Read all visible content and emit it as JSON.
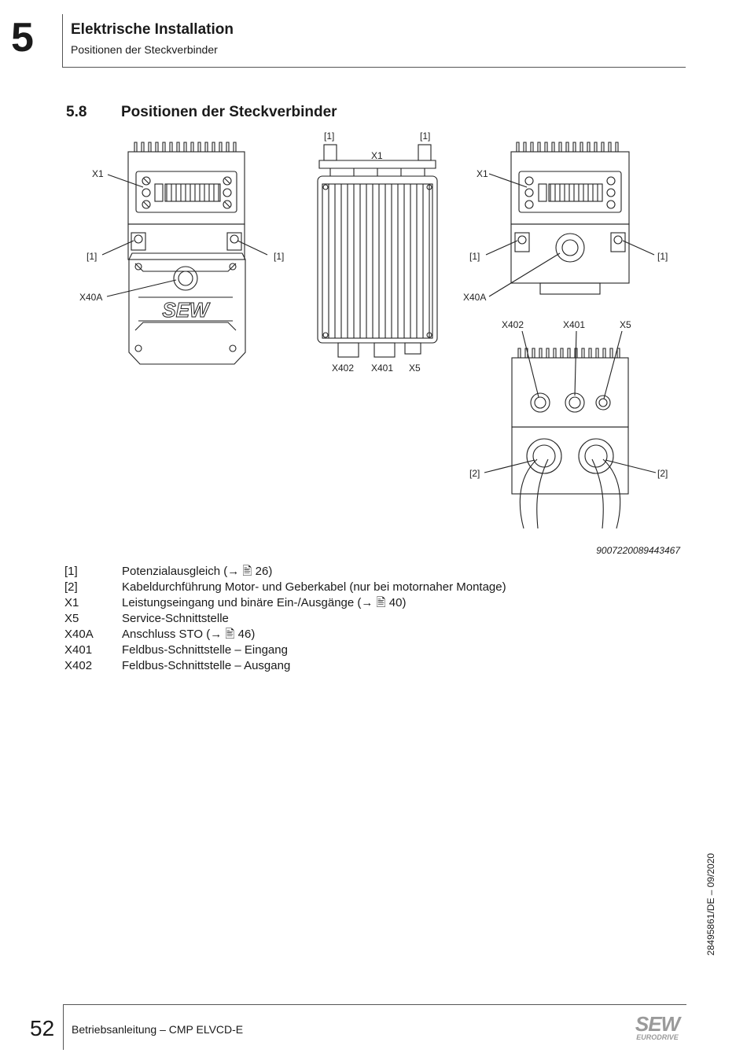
{
  "header": {
    "chapter_number": "5",
    "chapter_title": "Elektrische Installation",
    "chapter_subtitle": "Positionen der Steckverbinder"
  },
  "section": {
    "number": "5.8",
    "title": "Positionen der Steckverbinder"
  },
  "figure": {
    "id": "9007220089443467",
    "logo_text": "SEW",
    "labels": {
      "x1": "X1",
      "pe": "[1]",
      "gland": "[2]",
      "x40a": "X40A",
      "x401": "X401",
      "x402": "X402",
      "x5": "X5"
    }
  },
  "legend": [
    {
      "key": "[1]",
      "text": "Potenzialausgleich (→ 🖹 26)"
    },
    {
      "key": "[2]",
      "text": "Kabeldurchführung Motor- und Geberkabel (nur bei motornaher Montage)"
    },
    {
      "key": "X1",
      "text": "Leistungseingang und binäre Ein-/Ausgänge (→ 🖹 40)"
    },
    {
      "key": "X5",
      "text": "Service-Schnittstelle"
    },
    {
      "key": "X40A",
      "text": "Anschluss STO (→ 🖹 46)"
    },
    {
      "key": "X401",
      "text": "Feldbus-Schnittstelle – Eingang"
    },
    {
      "key": "X402",
      "text": "Feldbus-Schnittstelle – Ausgang"
    }
  ],
  "side_code": "28495861/DE – 09/2020",
  "footer": {
    "page_number": "52",
    "doc_title": "Betriebsanleitung – CMP ELVCD-E",
    "logo_main": "SEW",
    "logo_sub": "EURODRIVE"
  }
}
